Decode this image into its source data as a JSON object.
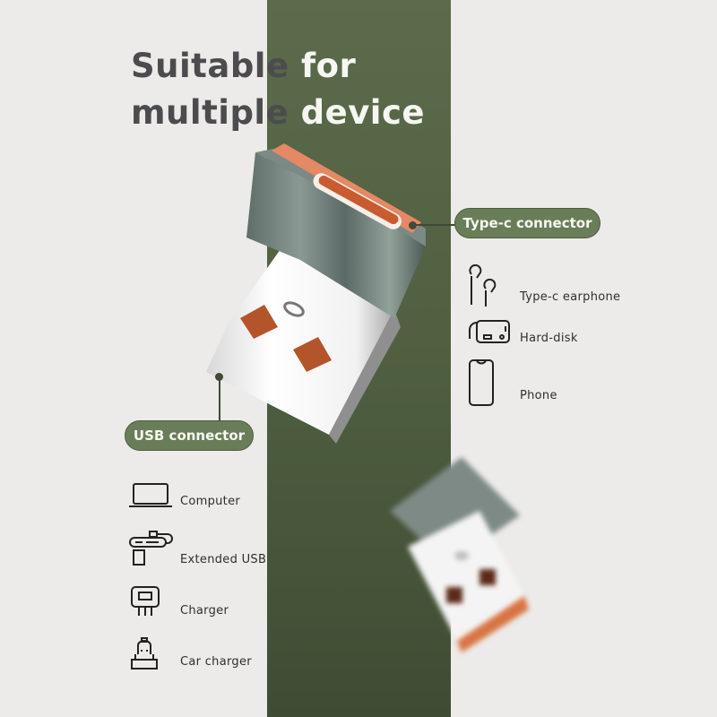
{
  "headline": {
    "line1_dark": "Suitable",
    "line1_light": "for",
    "line2_dark": "multiple",
    "line2_light": "device"
  },
  "callouts": {
    "typec": "Type-c connector",
    "usb": "USB connector"
  },
  "typec_devices": [
    {
      "icon": "earphone-icon",
      "label": "Type-c earphone"
    },
    {
      "icon": "hard-disk-icon",
      "label": "Hard-disk"
    },
    {
      "icon": "phone-icon",
      "label": "Phone"
    }
  ],
  "usb_devices": [
    {
      "icon": "laptop-icon",
      "label": "Computer"
    },
    {
      "icon": "usb-hub-icon",
      "label": "Extended USB"
    },
    {
      "icon": "charger-icon",
      "label": "Charger"
    },
    {
      "icon": "car-charger-icon",
      "label": "Car charger"
    }
  ],
  "colors": {
    "band_green": "#566647",
    "pill_green": "#6a7d59",
    "background": "#ecebe9",
    "accent_orange": "#e58a62"
  }
}
